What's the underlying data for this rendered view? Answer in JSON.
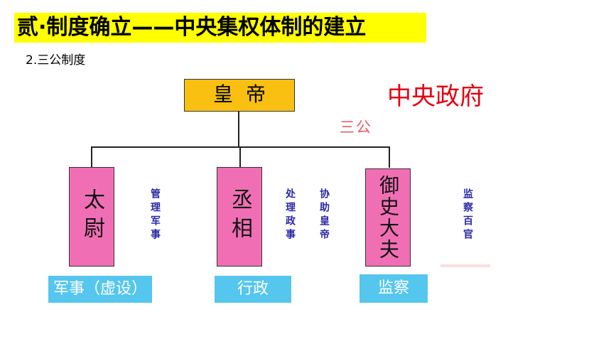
{
  "header": {
    "title": "贰·制度确立——中央集权体制的建立",
    "subtitle": "2.三公制度"
  },
  "diagram": {
    "central_label": "中央政府",
    "sangong_label": "三公",
    "emperor": "皇帝",
    "officials": [
      {
        "name": "太尉",
        "duty": "管理军事",
        "tag": "军事（虚设）"
      },
      {
        "name": "丞相",
        "duty_col1": "处理政事",
        "duty_col2": "协助皇帝",
        "tag": "行政"
      },
      {
        "name": "御史大夫",
        "duty": "监察百官",
        "tag": "监察"
      }
    ],
    "colors": {
      "title_bg": "#ffff00",
      "emperor_box": "#f9c012",
      "official_box": "#f06fb4",
      "tag_bg": "#55c6ee",
      "central_text": "#e60012",
      "duty_text": "#2a2aa8"
    }
  }
}
